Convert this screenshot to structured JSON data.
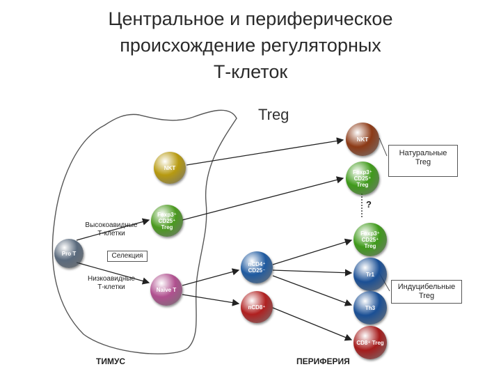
{
  "title": {
    "line1": "Центральное и периферическое",
    "line2": "происхождение регуляторных",
    "line3": "Т-клеток"
  },
  "diagram": {
    "header": "Treg",
    "thymus_label": "ТИМУС",
    "periphery_label": "ПЕРИФЕРИЯ",
    "high_avidity": "Высокоавидные\nТ-клетки",
    "low_avidity": "Низкоавидные\nТ-клетки",
    "selection": "Селекция",
    "question": "?",
    "natural_treg": "Натуральные\nTreg",
    "induced_treg": "Индуцибельные\nTreg"
  },
  "cells": {
    "pro_t": {
      "label": "Pro T",
      "color": "#5a6a7d"
    },
    "nkt_thymus": {
      "label": "NKT",
      "color": "#b79a10"
    },
    "foxp3_thymus": {
      "label": "Foxp3⁺\nCD25⁺\nTreg",
      "color": "#4a9a1e"
    },
    "naive_t": {
      "label": "Naïve T",
      "color": "#b0508f"
    },
    "ncd4": {
      "label": "nCD4⁺\nCD25⁻",
      "color": "#1f5aa0"
    },
    "ncd8": {
      "label": "nCD8⁺",
      "color": "#b02020"
    },
    "nkt_periphery": {
      "label": "NKT",
      "color": "#8c3a16"
    },
    "foxp3_natural": {
      "label": "Foxp3⁺\nCD25⁺\nTreg",
      "color": "#3f9a1a"
    },
    "foxp3_induced": {
      "label": "Foxp3⁺\nCD25⁺\nTreg",
      "color": "#3f9a1a"
    },
    "tr1": {
      "label": "Tr1",
      "color": "#1a4f95"
    },
    "th3": {
      "label": "Th3",
      "color": "#1a4f95"
    },
    "cd8_treg": {
      "label": "CD8⁺ Treg",
      "color": "#a51c1c"
    }
  }
}
